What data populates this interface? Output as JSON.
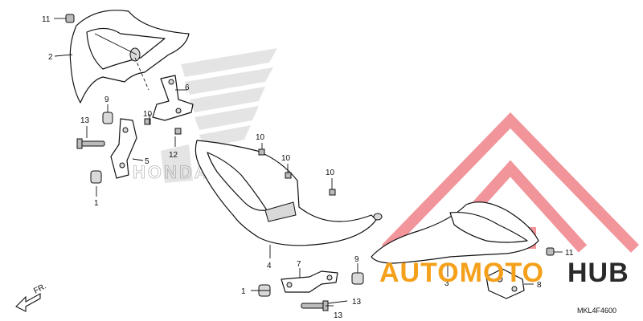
{
  "diagram": {
    "code": "MKL4F4600",
    "front_indicator": "FR.",
    "callouts": [
      {
        "id": "c1",
        "text": "1"
      },
      {
        "id": "c2",
        "text": "2"
      },
      {
        "id": "c3",
        "text": "3"
      },
      {
        "id": "c4",
        "text": "4"
      },
      {
        "id": "c5",
        "text": "5"
      },
      {
        "id": "c6",
        "text": "6"
      },
      {
        "id": "c7",
        "text": "7"
      },
      {
        "id": "c8",
        "text": "8"
      },
      {
        "id": "c9a",
        "text": "9"
      },
      {
        "id": "c9b",
        "text": "9"
      },
      {
        "id": "c10a",
        "text": "10"
      },
      {
        "id": "c10b",
        "text": "10"
      },
      {
        "id": "c10c",
        "text": "10"
      },
      {
        "id": "c10d",
        "text": "10"
      },
      {
        "id": "c11a",
        "text": "11"
      },
      {
        "id": "c11b",
        "text": "11"
      },
      {
        "id": "c12",
        "text": "12"
      },
      {
        "id": "c13a",
        "text": "13"
      },
      {
        "id": "c13b",
        "text": "13"
      },
      {
        "id": "c1b",
        "text": "1"
      }
    ]
  },
  "watermark": {
    "brand_part1": "AUTOMOTO",
    "brand_part2": "HUB",
    "logo_text": "HONDA",
    "accent_color": "#f5a01a",
    "logo_color": "#e8404a"
  }
}
